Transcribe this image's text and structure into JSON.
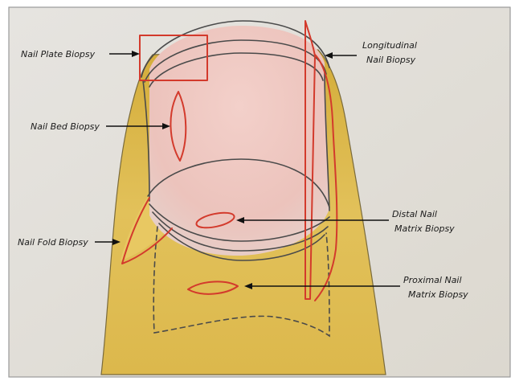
{
  "labels": {
    "nail_plate_biopsy": "Nail Plate Biopsy",
    "longitudinal_line1": "Longitudinal",
    "longitudinal_line2": "Nail Biopsy",
    "nail_bed_biopsy": "Nail Bed Biopsy",
    "distal_matrix_line1": "Distal Nail",
    "distal_matrix_line2": "Matrix Biopsy",
    "nail_fold_biopsy": "Nail Fold Biopsy",
    "proximal_matrix_line1": "Proximal Nail",
    "proximal_matrix_line2": "Matrix Biopsy"
  },
  "colors": {
    "paper": "#e9e6e0",
    "skin_yellow": "#d9b545",
    "nail_pink": "#efc9c3",
    "pencil": "#4a4a4a",
    "incision_red": "#d33a2c"
  }
}
